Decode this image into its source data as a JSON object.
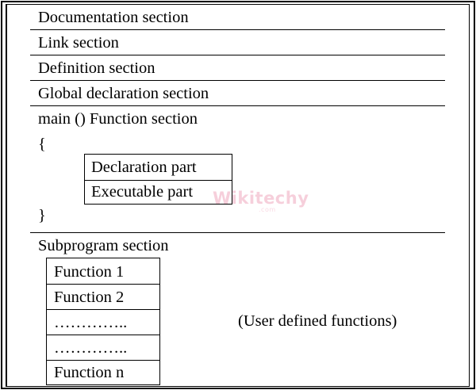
{
  "sections": {
    "documentation": "Documentation section",
    "link": "Link section",
    "definition": "Definition section",
    "global_declaration": "Global declaration section",
    "main_function": "main () Function section",
    "open_brace": "{",
    "close_brace": "}",
    "subprogram": "Subprogram section"
  },
  "main_box": {
    "declaration": "Declaration part",
    "executable": "Executable part"
  },
  "subprogram_functions": [
    "Function 1",
    "Function 2",
    "…………..",
    "…………..",
    "Function n"
  ],
  "user_defined_note": "(User defined functions)",
  "watermark": {
    "name": "Wikitechy",
    "domain": ".com"
  }
}
